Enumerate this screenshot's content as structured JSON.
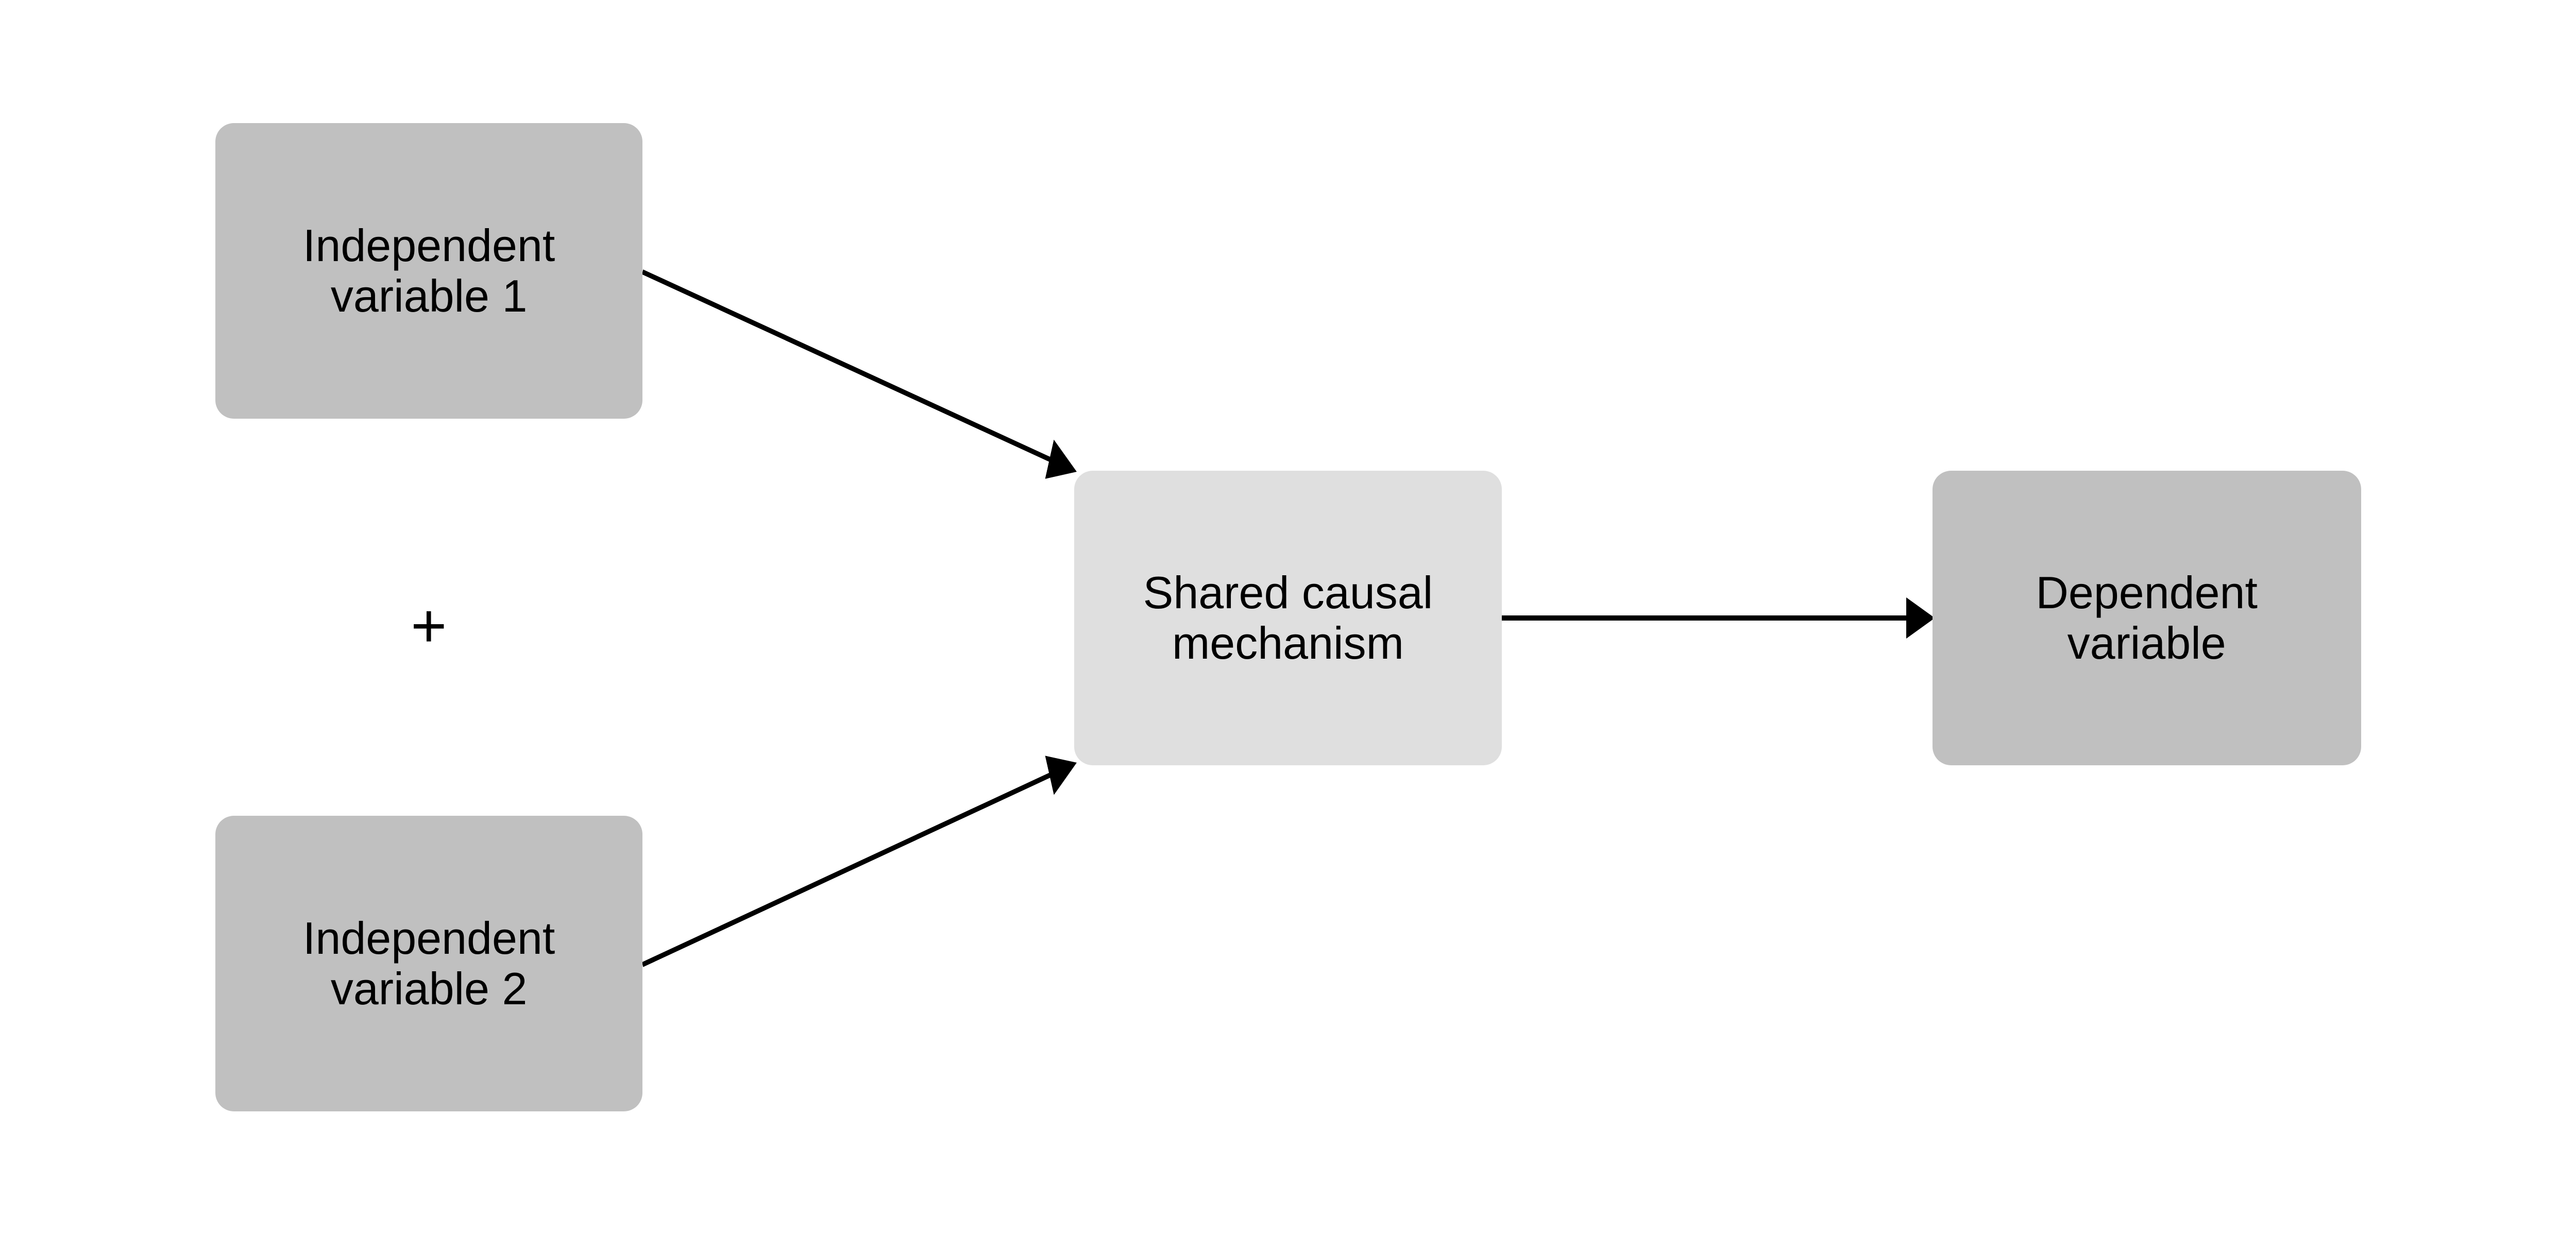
{
  "nodes": {
    "iv1": {
      "line1": "Independent",
      "line2": "variable 1",
      "color": "#c0c0c0"
    },
    "iv2": {
      "line1": "Independent",
      "line2": "variable 2",
      "color": "#c0c0c0"
    },
    "mechanism": {
      "line1": "Shared causal",
      "line2": "mechanism",
      "color": "#dfdfdf"
    },
    "dv": {
      "line1": "Dependent",
      "line2": "variable",
      "color": "#c0c0c0"
    }
  },
  "operator": "+",
  "edges": [
    {
      "from": "iv1",
      "to": "mechanism"
    },
    {
      "from": "iv2",
      "to": "mechanism"
    },
    {
      "from": "mechanism",
      "to": "dv"
    }
  ]
}
